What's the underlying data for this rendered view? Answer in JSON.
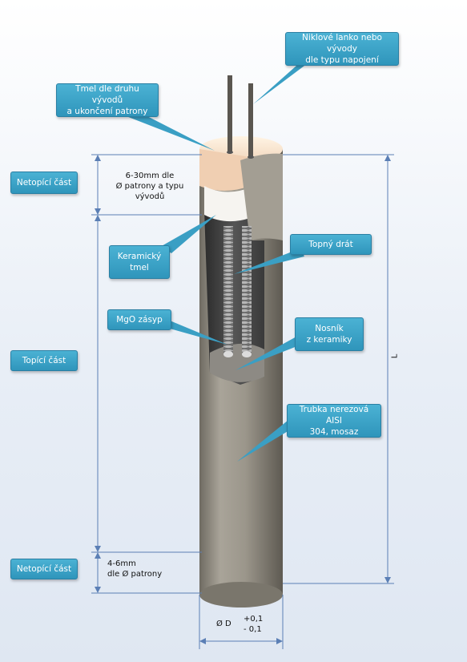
{
  "labels": {
    "niklove_lanko": [
      "Niklové lanko nebo vývody",
      "dle typu napojení"
    ],
    "tmel_dle_druhu": [
      "Tmel dle druhu vývodů",
      "a ukončení patrony"
    ],
    "netopici_top": "Netopící část",
    "keramicky_tmel": [
      "Keramický",
      "tmel"
    ],
    "topny_drat": "Topný drát",
    "mgo_zasyp": "MgO zásyp",
    "nosnik": [
      "Nosník",
      "z  keramiky"
    ],
    "topici_cast": "Topící část",
    "trubka": [
      "Trubka nerezová AISI",
      "304, mosaz"
    ],
    "netopici_bottom": "Netopící část"
  },
  "dimensions": {
    "top_zone": [
      "6-30mm dle",
      "Ø patrony a typu",
      "vývodů"
    ],
    "bottom_zone": [
      "4-6mm",
      "dle Ø  patrony"
    ],
    "length": "L",
    "diameter": "Ø D",
    "tol_plus": "+0,1",
    "tol_minus": "- 0,1"
  },
  "colors": {
    "label_fill": "#3aa3c8",
    "tube": "#9a958a",
    "dim_line": "#5b7fb5"
  }
}
